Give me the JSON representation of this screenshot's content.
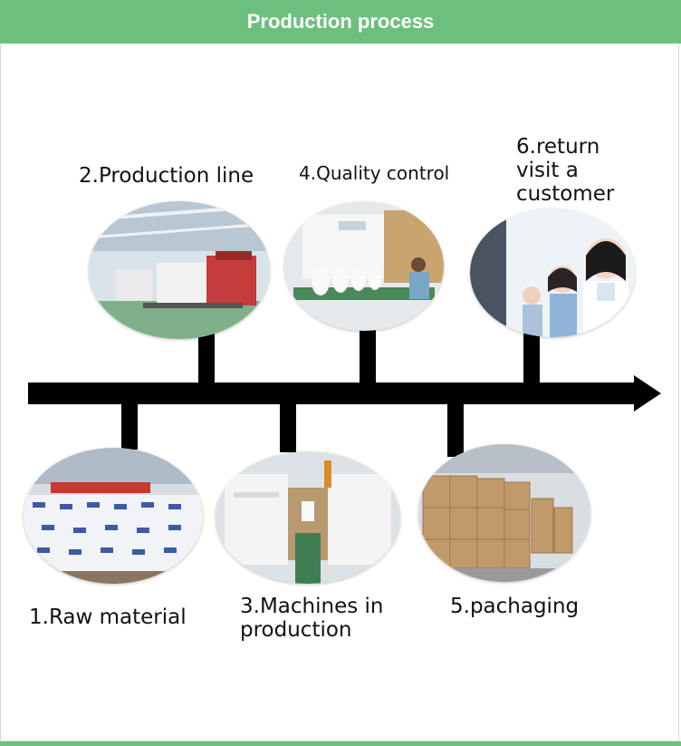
{
  "header": {
    "title": "Production process"
  },
  "steps": [
    {
      "label": "1.Raw material"
    },
    {
      "label": "2.Production line"
    },
    {
      "label": "3.Machines in",
      "label2": "production"
    },
    {
      "label": "4.Quality control"
    },
    {
      "label": "5.pachaging"
    },
    {
      "label": "6.return",
      "label2": "visit a",
      "label3": "customer"
    }
  ],
  "colors": {
    "header": "#6dbf7e",
    "timeline": "#000000"
  },
  "icons": [
    "timeline-arrow-icon"
  ]
}
